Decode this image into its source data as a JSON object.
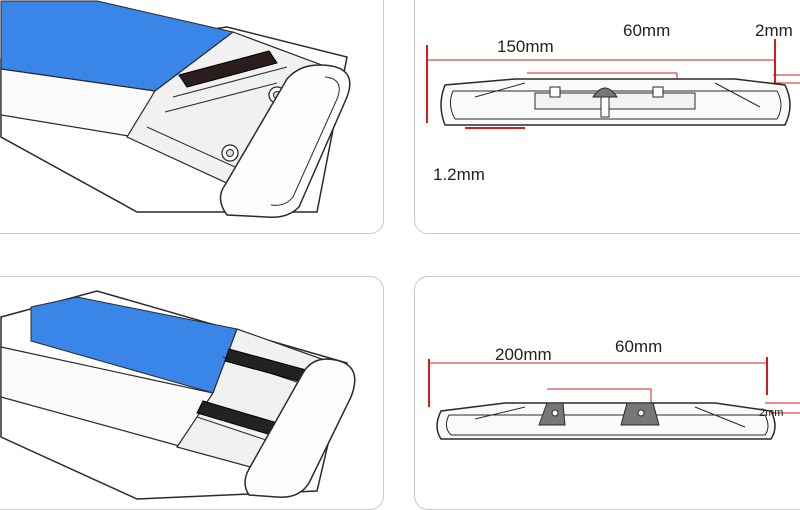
{
  "top_profile": {
    "width_label": "150mm",
    "center_label": "60mm",
    "edge_label": "2mm",
    "thickness_label": "1.2mm"
  },
  "bottom_profile": {
    "width_label": "200mm",
    "center_label": "60mm",
    "edge_label": "2mm"
  },
  "colors": {
    "insert_blue": "#3a86e8",
    "dimension_red": "#d31c1c",
    "outline": "#2a2a2a",
    "panel_border": "#c8c8c8"
  }
}
